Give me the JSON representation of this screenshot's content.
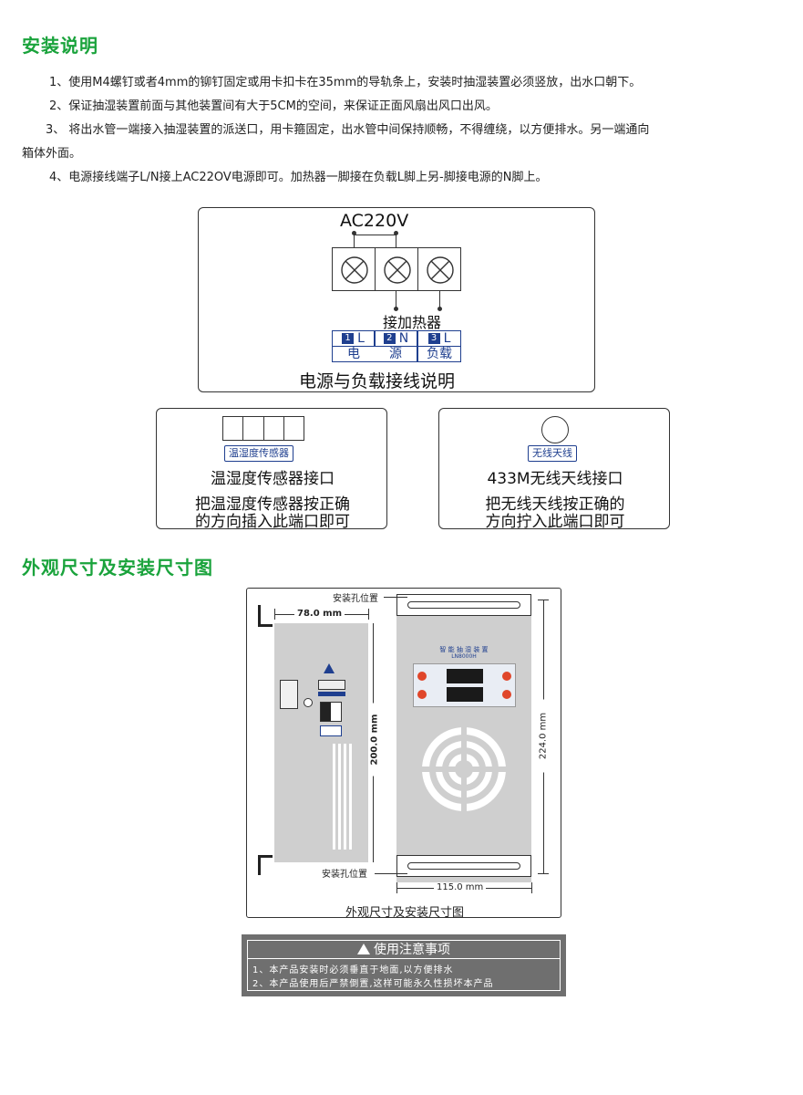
{
  "install": {
    "title": "安装说明",
    "steps": [
      "1、使用M4螺钉或者4mm的铆钉固定或用卡扣卡在35mm的导轨条上，安装时抽湿装置必须竖放，出水口朝下。",
      "2、保证抽湿装置前面与其他装置间有大于5CM的空间，来保证正面风扇出风口出风。",
      "3、 将出水管一端接入抽湿装置的派送口，用卡箍固定，出水管中间保持顺畅，不得缠绕，以方便排水。另一端通向",
      "箱体外面。",
      "4、电源接线端子L/N接上AC22OV电源即可。加热器一脚接在负载L脚上另-脚接电源的N脚上。"
    ]
  },
  "wiring": {
    "voltage": "AC220V",
    "heater": "接加热器",
    "terminals": [
      {
        "num": "1",
        "letter": "L"
      },
      {
        "num": "2",
        "letter": "N"
      },
      {
        "num": "3",
        "letter": "L"
      }
    ],
    "group_power": [
      "电",
      "源"
    ],
    "group_load": "负载",
    "caption": "电源与负载接线说明"
  },
  "sensor": {
    "tag": "温湿度传感器",
    "title": "温湿度传感器接口",
    "desc1": "把温湿度传感器按正确",
    "desc2": "的方向插入此端口即可"
  },
  "antenna": {
    "tag": "无线天线",
    "title": "433M无线天线接口",
    "desc1": "把无线天线按正确的",
    "desc2": "方向拧入此端口即可"
  },
  "dimensions": {
    "title": "外观尺寸及安装尺寸图",
    "hole_top": "安装孔位置",
    "hole_bottom": "安装孔位置",
    "width_side": "78.0 mm",
    "height_side": "200.0 mm",
    "height_front": "224.0 mm",
    "width_front": "115.0 mm",
    "product_name": "智 能 抽 湿 装 置",
    "model": "LN8000H",
    "caption": "外观尺寸及安装尺寸图"
  },
  "notice": {
    "title": "使用注意事项",
    "line1": "1、本产品安装时必须垂直于地面,以方便排水",
    "line2": "2、本产品使用后严禁倒置,这样可能永久性损坏本产品"
  },
  "colors": {
    "heading": "#1aa33c",
    "label_blue": "#1f3f8f",
    "device_gray": "#cfcfcf",
    "notice_bg": "#6f6f6f"
  }
}
